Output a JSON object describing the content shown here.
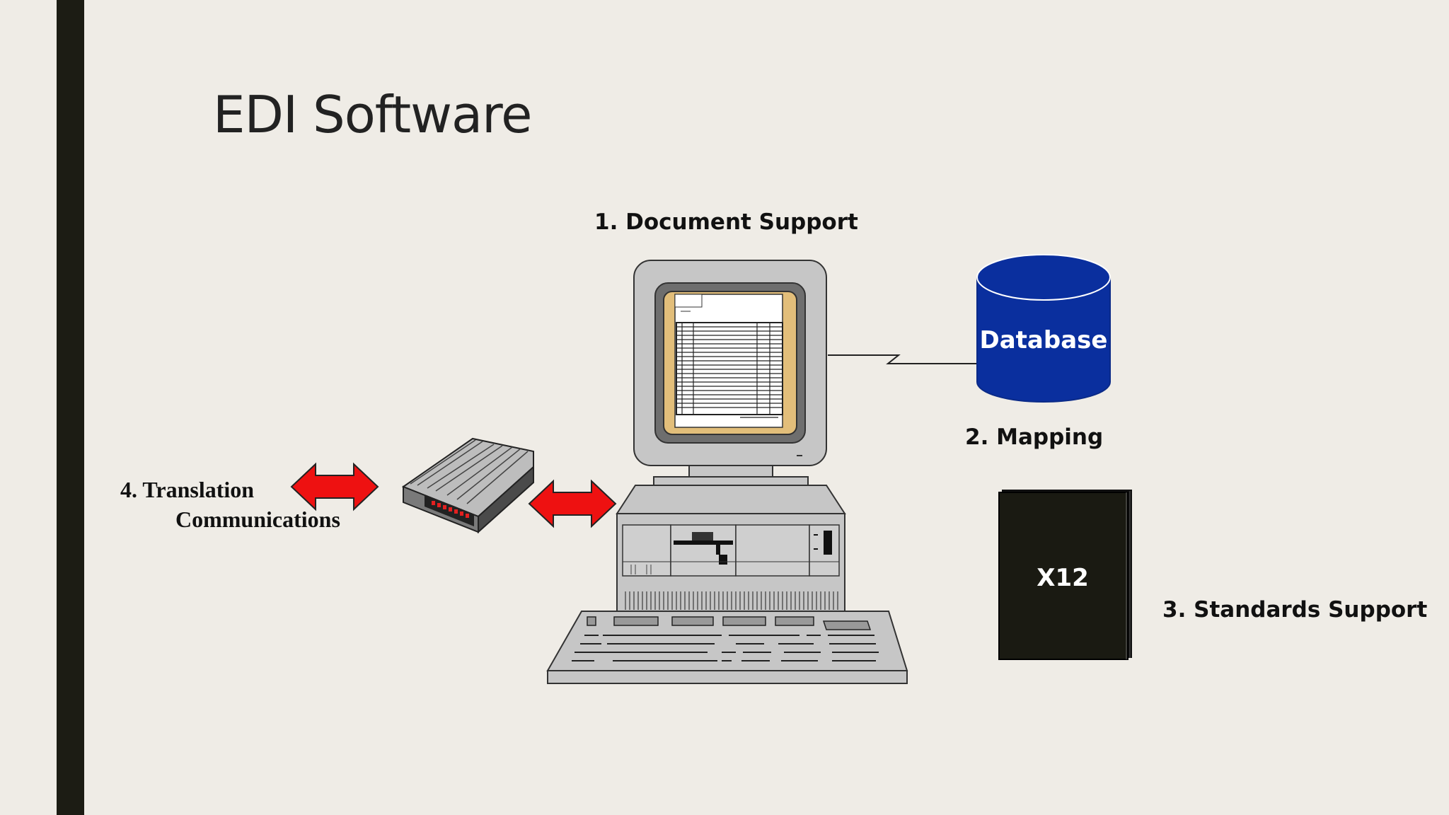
{
  "slide": {
    "title": "EDI Software"
  },
  "labels": {
    "document_support": "1. Document Support",
    "mapping": "2. Mapping",
    "standards_support": "3. Standards Support",
    "translation": "4. Translation",
    "communications": "Communications"
  },
  "database": {
    "label": "Database"
  },
  "book": {
    "label": "X12"
  },
  "colors": {
    "accent_bar": "#1c1c14",
    "database_blue": "#0a2f9e",
    "arrow_red": "#ee1111",
    "screen_gold": "#e2be7a",
    "book_black": "#1a1a12"
  },
  "icons": [
    "database-icon",
    "computer-icon",
    "modem-icon",
    "book-icon",
    "double-arrow-icon"
  ]
}
